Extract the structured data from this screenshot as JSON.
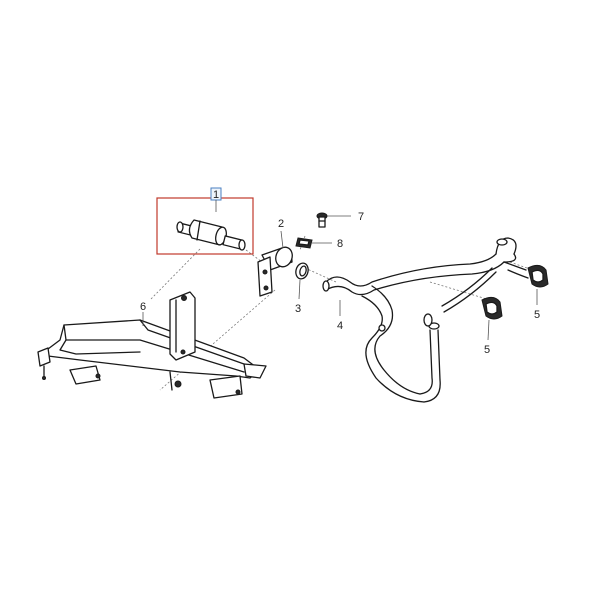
{
  "callouts": {
    "c1": "1",
    "c2": "2",
    "c3": "3",
    "c4": "4",
    "c5a": "5",
    "c5b": "5",
    "c6": "6",
    "c7": "7",
    "c8": "8"
  },
  "colors": {
    "highlight_box": "#c0392b",
    "selected_number_box": "#4a7fc1"
  }
}
